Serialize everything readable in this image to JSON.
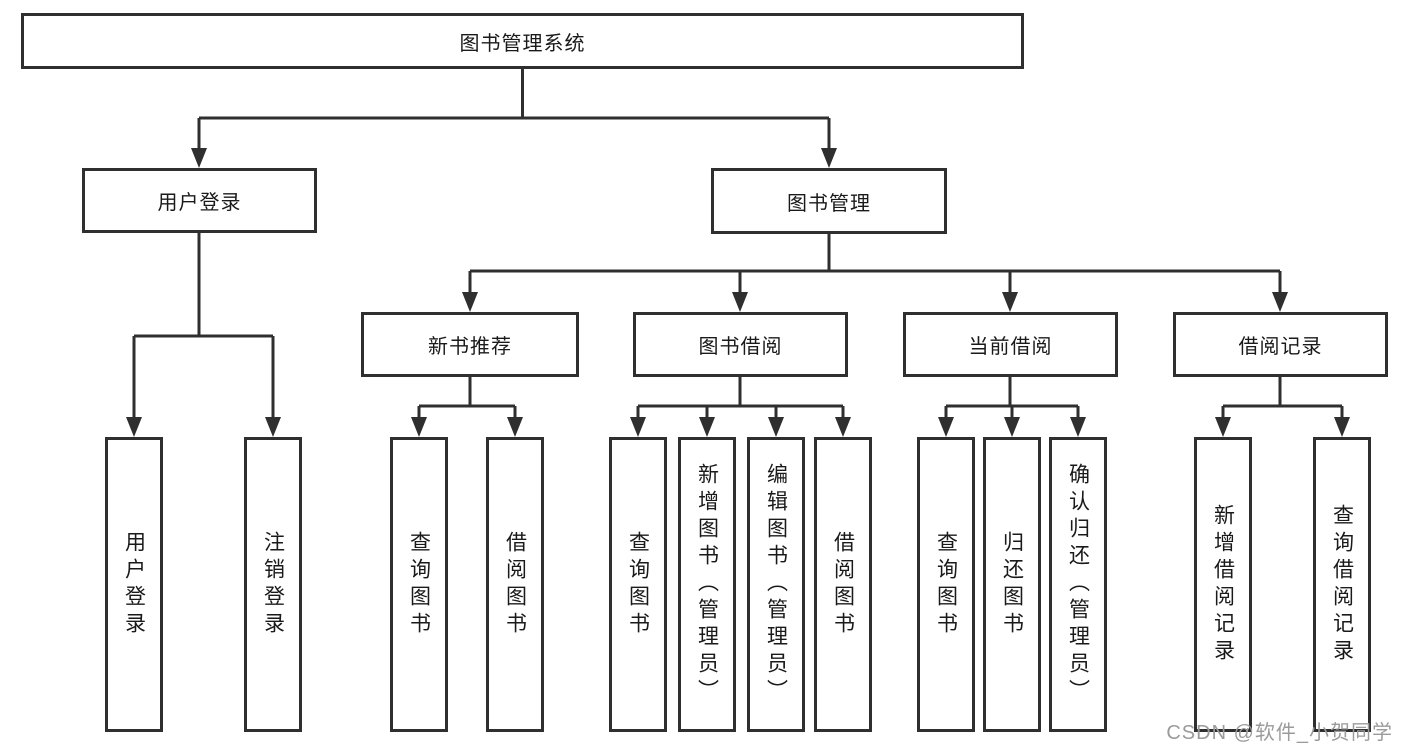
{
  "diagram": {
    "root": {
      "label": "图书管理系统"
    },
    "branches": [
      {
        "label": "用户登录",
        "children": [
          {
            "label": "用户登录"
          },
          {
            "label": "注销登录"
          }
        ]
      },
      {
        "label": "图书管理",
        "children": [
          {
            "label": "新书推荐",
            "children": [
              {
                "label": "查询图书"
              },
              {
                "label": "借阅图书"
              }
            ]
          },
          {
            "label": "图书借阅",
            "children": [
              {
                "label": "查询图书"
              },
              {
                "label": "新增图书（管理员）"
              },
              {
                "label": "编辑图书（管理员）"
              },
              {
                "label": "借阅图书"
              }
            ]
          },
          {
            "label": "当前借阅",
            "children": [
              {
                "label": "查询图书"
              },
              {
                "label": "归还图书"
              },
              {
                "label": "确认归还（管理员）"
              }
            ]
          },
          {
            "label": "借阅记录",
            "children": [
              {
                "label": "新增借阅记录"
              },
              {
                "label": "查询借阅记录"
              }
            ]
          }
        ]
      }
    ]
  },
  "watermark": {
    "text": "CSDN @软件_小贺同学",
    "color": "#9b9b9b"
  },
  "colors": {
    "line": "#2f2f2f",
    "box_border": "#2f2f2f",
    "box_fill": "#ffffff",
    "text": "#1a1a1a",
    "background": "#ffffff"
  }
}
